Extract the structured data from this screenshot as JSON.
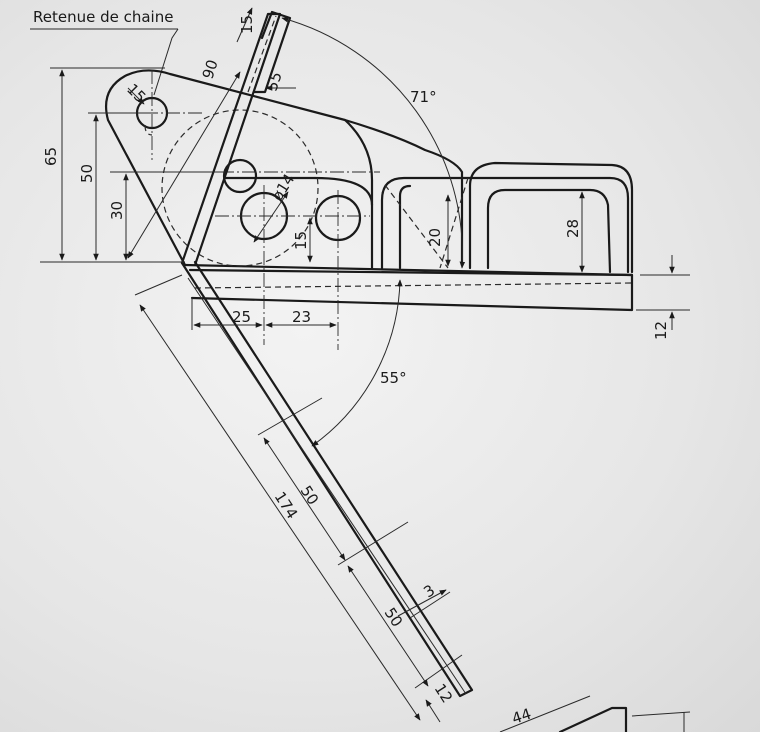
{
  "title": "Retenue de chaine",
  "dimensions": {
    "d65": "65",
    "d50": "50",
    "d30": "30",
    "d15_hole": "15",
    "d15_top": "15",
    "d90": "90",
    "d55_small": "55",
    "d71": "71°",
    "d_hole": "ø14",
    "d15_mid": "15",
    "d20": "20",
    "d28": "28",
    "d12_right": "12",
    "d25": "25",
    "d23": "23",
    "d55_angle": "55°",
    "d174": "174",
    "d50_a": "50",
    "d50_b": "50",
    "d3": "3",
    "d12_bottom": "12",
    "d44": "44"
  }
}
